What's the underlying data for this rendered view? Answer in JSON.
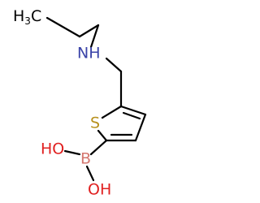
{
  "molecule": {
    "atoms": {
      "methyl": {
        "symbol": "H",
        "subscript": "3",
        "suffix": "C"
      },
      "amine": {
        "text": "NH"
      },
      "sulfur": {
        "text": "S"
      },
      "boron": {
        "text": "B"
      },
      "hydroxyl_upper": {
        "text": "HO"
      },
      "hydroxyl_lower": {
        "text": "OH"
      }
    },
    "colors": {
      "bond": "#000000",
      "carbon_text": "#000000",
      "nitrogen": "#3a43a8",
      "sulfur": "#b8911d",
      "oxygen": "#e02020",
      "boron": "#d4766e"
    }
  }
}
